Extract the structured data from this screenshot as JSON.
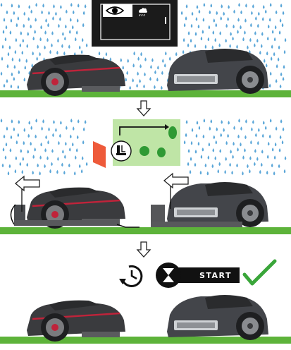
{
  "diagram": {
    "steps": [
      {
        "id": "rain-detected",
        "display_icon": "eye-icon",
        "status_icon": "rain-cloud-icon"
      },
      {
        "id": "return-to-station",
        "map_icon": "charging-station-icon",
        "arrow_icon": "arrow-left-icon"
      },
      {
        "id": "delayed-restart",
        "timer_icon": "clock-rewind-icon",
        "hourglass_icon": "hourglass-icon",
        "action_label": "START",
        "confirm_icon": "check-mark-icon"
      }
    ],
    "flow_icon": "arrow-down-icon"
  },
  "colors": {
    "rain": "#5aa6d8",
    "grass": "#5db33a",
    "mower_body": "#3a3b3e",
    "mower_accent": "#c0233a",
    "map_green": "#bfe5a6",
    "check_green": "#3aa63a",
    "display_dark": "#1b1b1b"
  }
}
